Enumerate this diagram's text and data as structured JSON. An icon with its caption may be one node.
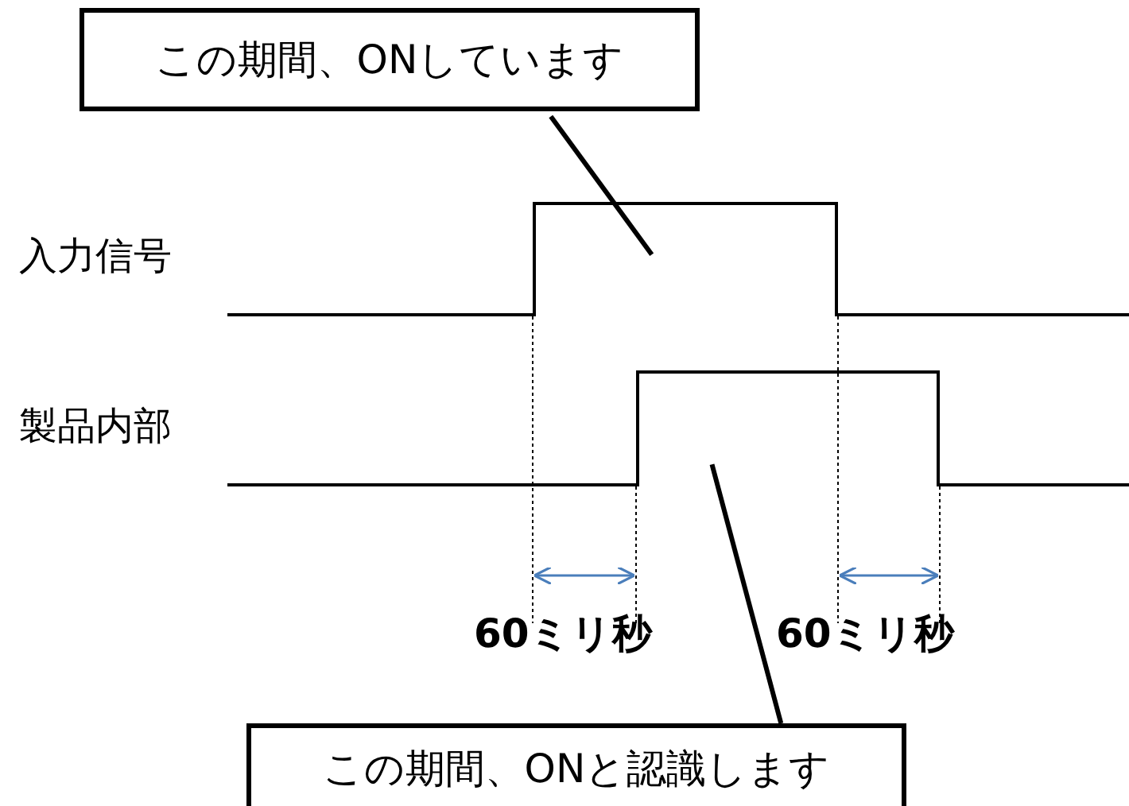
{
  "diagram": {
    "nodes": [
      {
        "text": [
          "この期間、ONしています"
        ]
      },
      {
        "text": [],
        "shape": "box"
      },
      {
        "text": [],
        "shape": "box"
      },
      {
        "text": [
          "この期間、ONと認識します"
        ]
      }
    ],
    "edges": [
      {
        "from": 0,
        "to": 1,
        "arrow": "none"
      },
      {
        "from": 3,
        "to": 2,
        "arrow": "none"
      }
    ],
    "labels": [
      "入力信号",
      "製品内部",
      "60ミリ秒",
      "60ミリ秒"
    ]
  }
}
